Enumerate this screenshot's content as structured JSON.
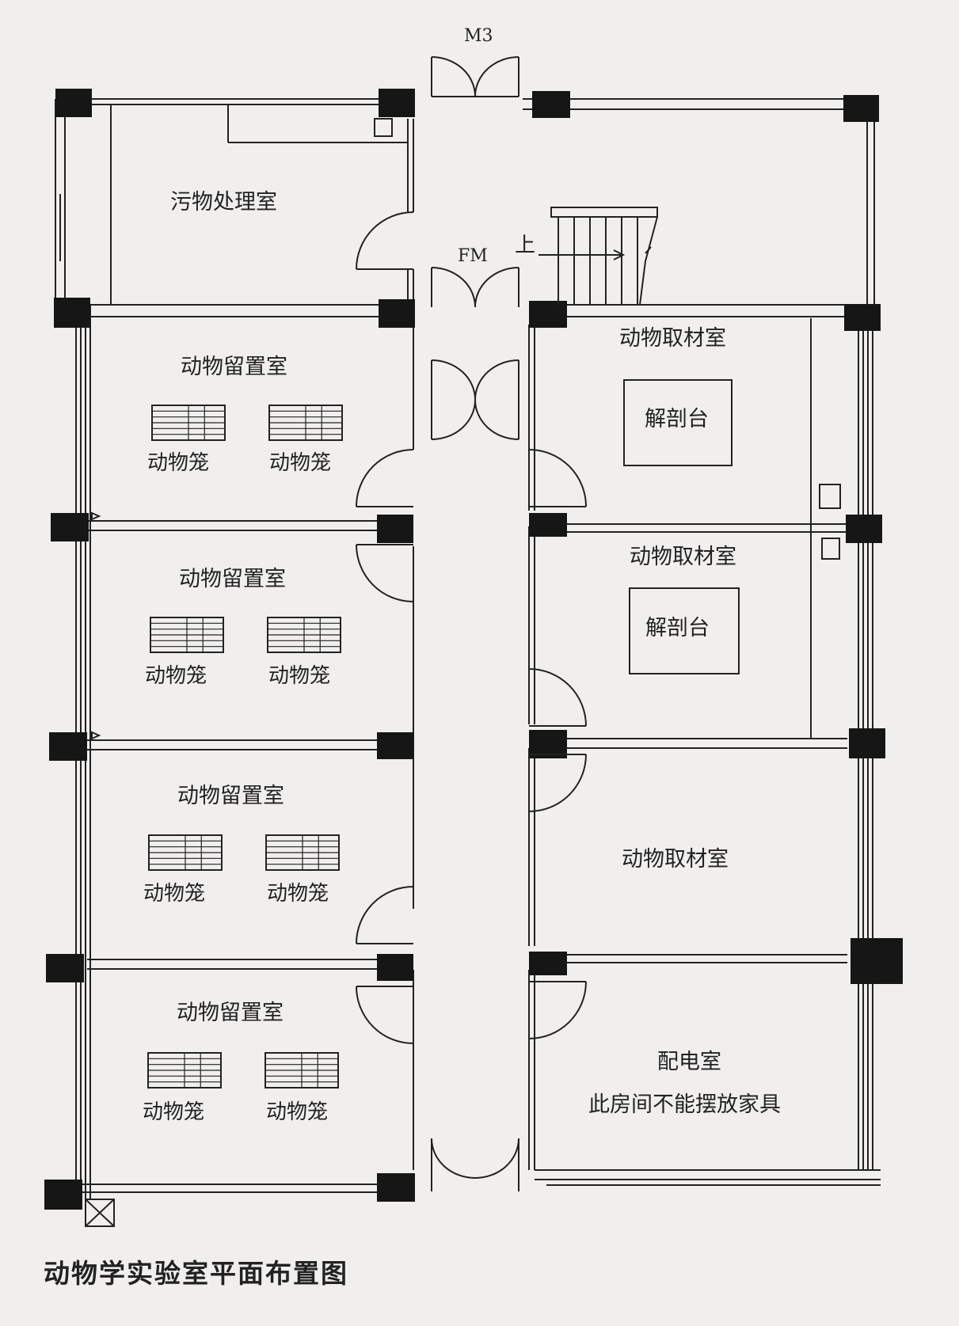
{
  "caption": "动物学实验室平面布置图",
  "door_labels": {
    "top_entrance": "M3",
    "fire_door": "FM"
  },
  "stair_label": "上",
  "rooms": {
    "waste": {
      "name": "污物处理室"
    },
    "holding": [
      {
        "name": "动物留置室",
        "cages": [
          "动物笼",
          "动物笼"
        ]
      },
      {
        "name": "动物留置室",
        "cages": [
          "动物笼",
          "动物笼"
        ]
      },
      {
        "name": "动物留置室",
        "cages": [
          "动物笼",
          "动物笼"
        ]
      },
      {
        "name": "动物留置室",
        "cages": [
          "动物笼",
          "动物笼"
        ]
      }
    ],
    "sampling": [
      {
        "name": "动物取材室",
        "table": "解剖台"
      },
      {
        "name": "动物取材室",
        "table": "解剖台"
      },
      {
        "name": "动物取材室"
      }
    ],
    "power": {
      "name": "配电室",
      "note": "此房间不能摆放家具"
    }
  },
  "colors": {
    "line": "#222222",
    "column": "#161616",
    "background": "#f1efee"
  }
}
